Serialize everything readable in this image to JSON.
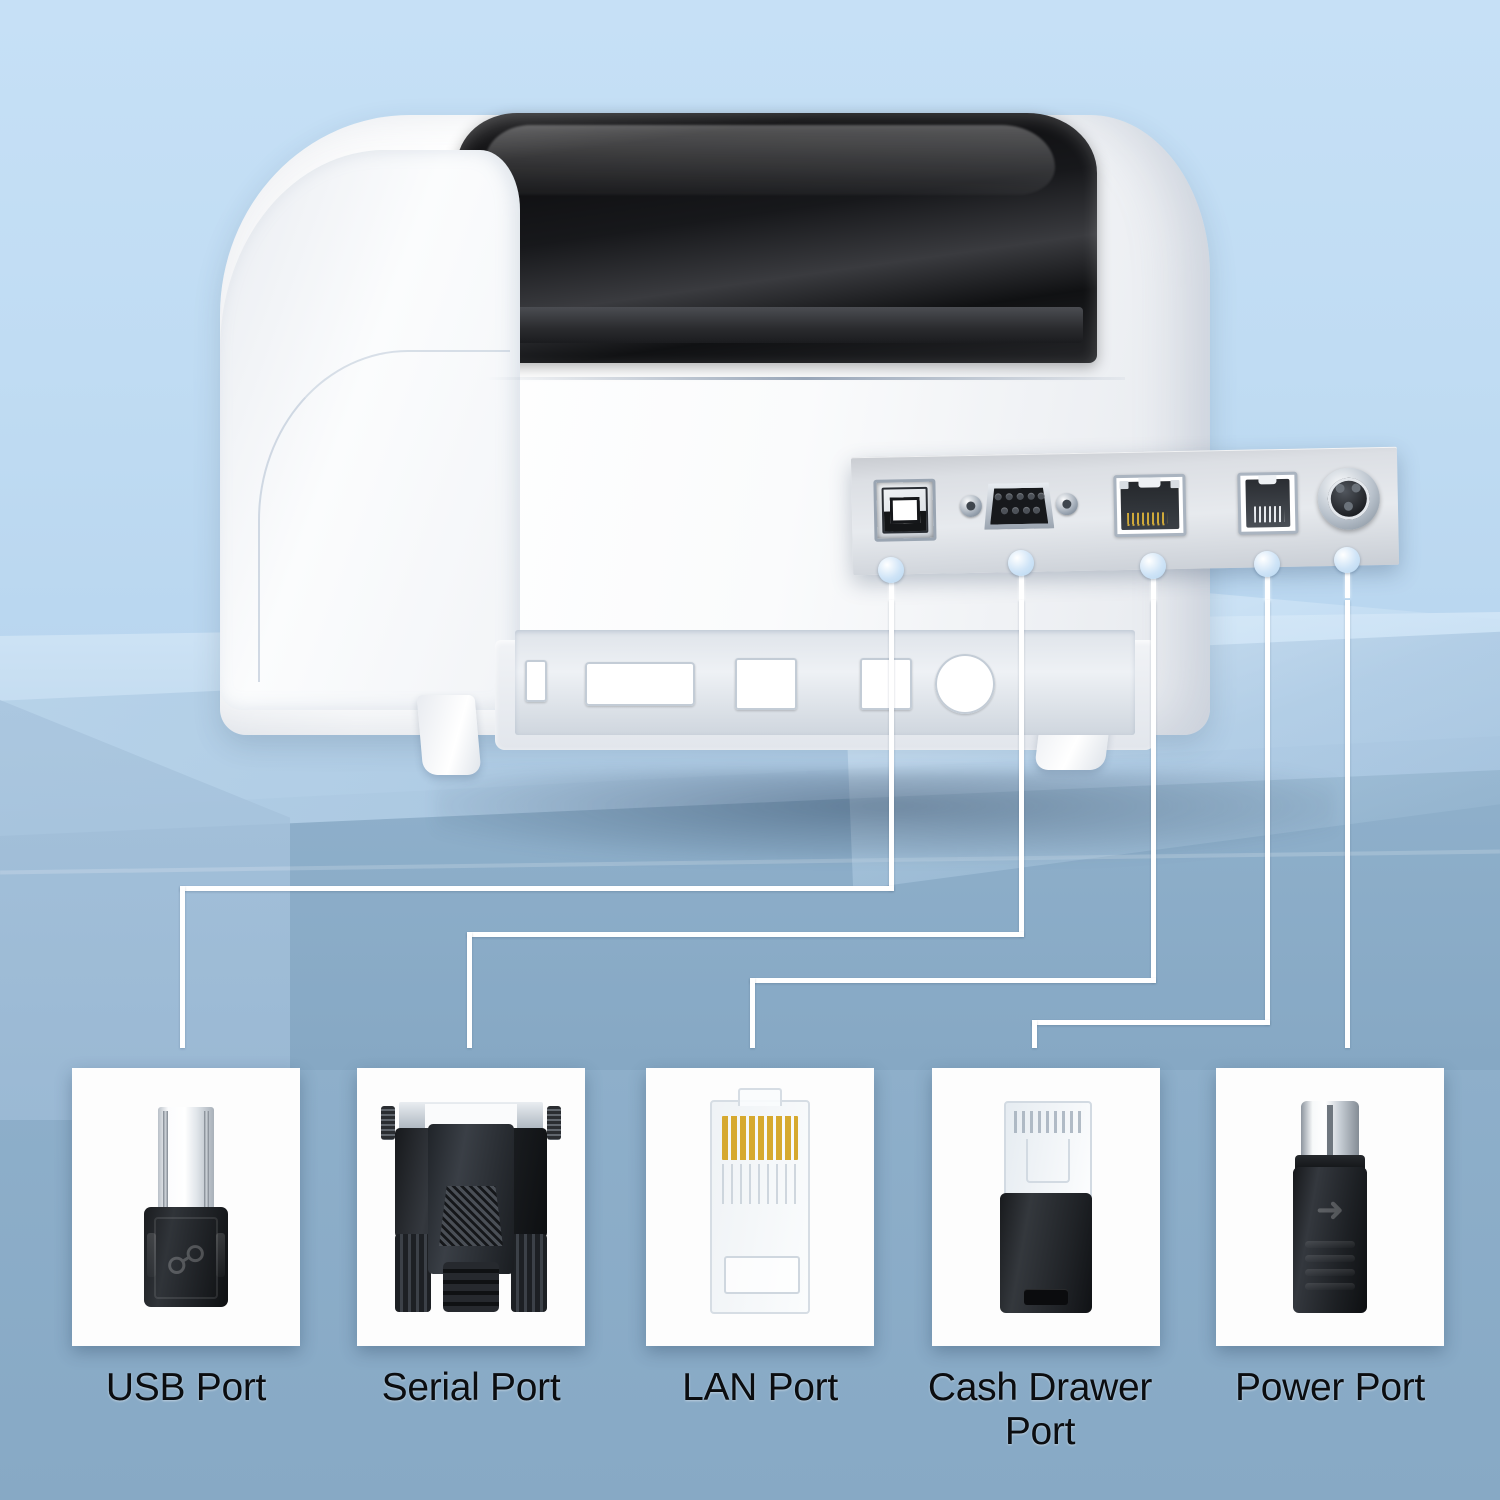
{
  "scene": {
    "title": "Label printer rear interface ports diagram",
    "background_top_color": "#c6e0f6",
    "background_bottom_color": "#8fb0cb",
    "accent_pin_color": "#cfe4f7",
    "leader_line_color": "#ffffff",
    "card_background": "#fdfdfd",
    "label_text_color": "#0b0d10"
  },
  "device": {
    "name": "thermal-label-printer",
    "body_color": "#ffffff",
    "lid_color": "#111214"
  },
  "magnified_panel": {
    "name": "rear-port-strip",
    "ports": [
      {
        "key": "usb",
        "icon": "usb-b-port-icon",
        "name": "USB Port"
      },
      {
        "key": "serial",
        "icon": "db9-serial-port-icon",
        "name": "Serial Port"
      },
      {
        "key": "lan",
        "icon": "rj45-lan-port-icon",
        "name": "LAN Port"
      },
      {
        "key": "cash",
        "icon": "rj11-cash-drawer-icon",
        "name": "Cash Drawer Port"
      },
      {
        "key": "power",
        "icon": "din-power-port-icon",
        "name": "Power Port"
      }
    ]
  },
  "callouts": [
    {
      "id": "usb",
      "label": "USB Port",
      "connector_icon": "usb-type-b-connector-icon"
    },
    {
      "id": "serial",
      "label": "Serial Port",
      "connector_icon": "db9-serial-connector-icon"
    },
    {
      "id": "lan",
      "label": "LAN Port",
      "connector_icon": "rj45-plug-connector-icon"
    },
    {
      "id": "cash",
      "label": "Cash Drawer Port",
      "connector_icon": "rj11-plug-connector-icon"
    },
    {
      "id": "power",
      "label": "Power Port",
      "connector_icon": "din-power-connector-icon"
    }
  ]
}
